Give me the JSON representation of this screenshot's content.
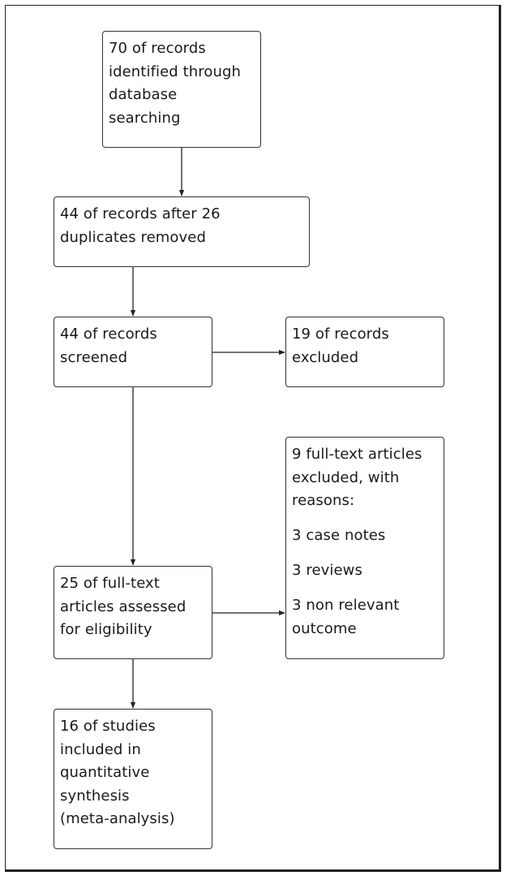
{
  "boxes": {
    "identified": {
      "lines": [
        "70 of records",
        "identified through",
        "database",
        "searching"
      ]
    },
    "after_duplicates": {
      "lines": [
        "44 of records after 26",
        "duplicates removed"
      ]
    },
    "screened": {
      "lines": [
        "44 of records",
        "screened"
      ]
    },
    "excluded": {
      "lines": [
        "19 of records",
        "excluded"
      ]
    },
    "fulltext_excluded": {
      "header_lines": [
        "9 full-text articles",
        "excluded, with",
        "reasons:"
      ],
      "reasons": [
        "3 case notes",
        "3 reviews"
      ],
      "last_reason_lines": [
        "3 non relevant",
        "outcome"
      ]
    },
    "assessed": {
      "lines": [
        "25 of full-text",
        "articles assessed",
        "for eligibility"
      ]
    },
    "included": {
      "lines": [
        "16 of studies",
        "included in",
        "quantitative",
        "synthesis",
        "(meta-analysis)"
      ]
    }
  }
}
